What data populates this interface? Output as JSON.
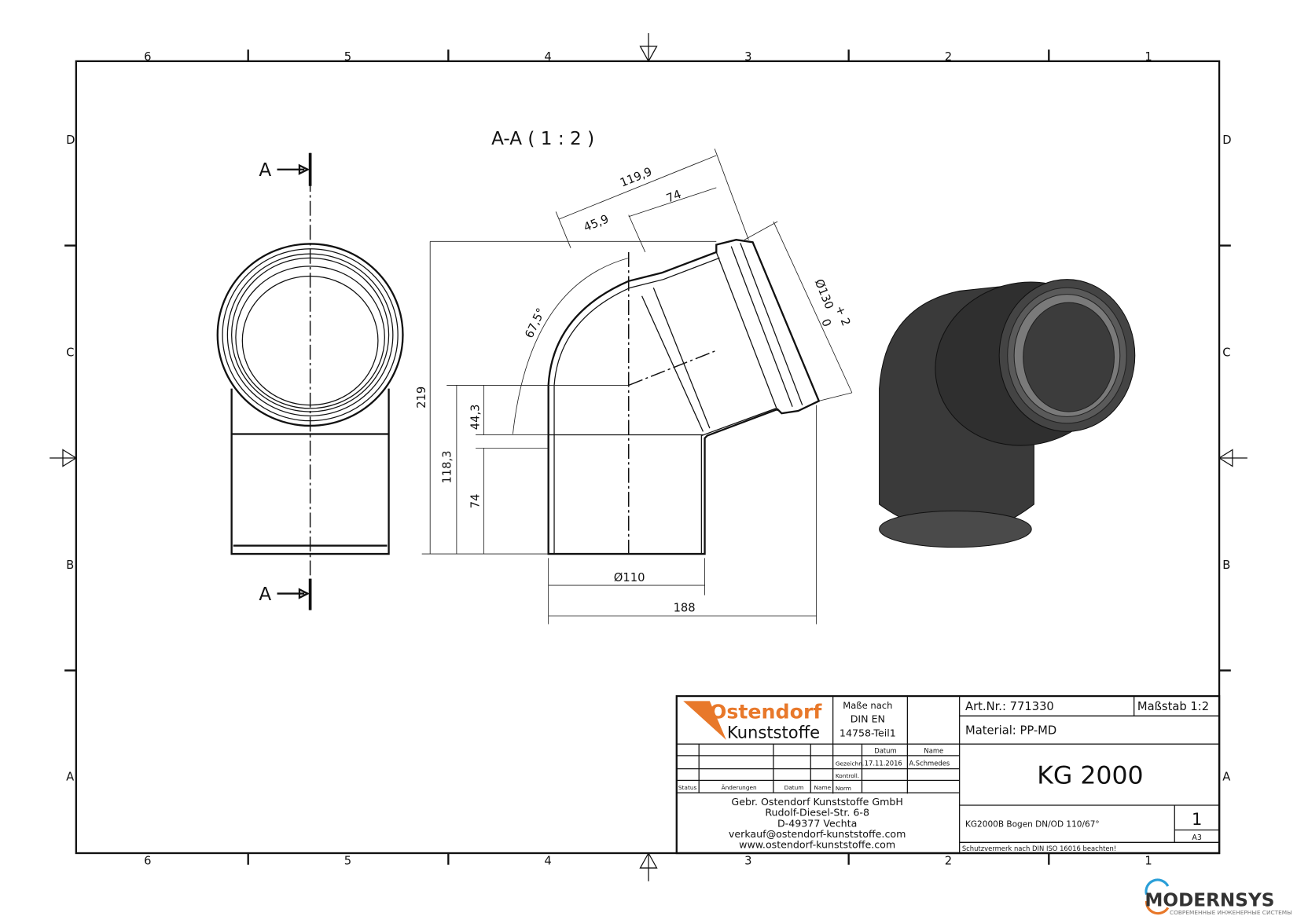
{
  "border": {
    "columns": [
      "6",
      "5",
      "4",
      "3",
      "2",
      "1"
    ],
    "rows": [
      "D",
      "C",
      "B",
      "A"
    ]
  },
  "view": {
    "section_title": "A-A ( 1 : 2 )",
    "section_marker": "A"
  },
  "dimensions": {
    "d_119_9": "119,9",
    "d_74_top": "74",
    "d_45_9": "45,9",
    "angle": "67,5°",
    "dia_130": "Ø130",
    "tol_upper": "+ 2",
    "tol_lower": "0",
    "d_219": "219",
    "d_118_3": "118,3",
    "d_44_3": "44,3",
    "d_74_left": "74",
    "dia_110": "Ø110",
    "d_188": "188"
  },
  "title_block": {
    "logo_top": "Ostendorf",
    "logo_bottom": "Kunststoffe",
    "standard": [
      "Maße nach",
      "DIN EN",
      "14758-Teil1"
    ],
    "datum_header": "Datum",
    "name_header": "Name",
    "gezeichn_label": "Gezeichn.",
    "gezeichn_date": "17.11.2016",
    "gezeichn_name": "A.Schmedes",
    "kontroll_label": "Kontroll.",
    "norm_label": "Norm",
    "status_label": "Status",
    "aenderungen_label": "Änderungen",
    "rev_datum_label": "Datum",
    "rev_name_label": "Name",
    "company": [
      "Gebr. Ostendorf Kunststoffe GmbH",
      "Rudolf-Diesel-Str. 6-8",
      "D-49377 Vechta",
      "verkauf@ostendorf-kunststoffe.com",
      "www.ostendorf-kunststoffe.com"
    ],
    "art_nr": "Art.Nr.: 771330",
    "scale": "Maßstab 1:2",
    "material": "Material: PP-MD",
    "product": "KG 2000",
    "description": "KG2000B Bogen DN/OD 110/67°",
    "sheet": "1",
    "format": "A3",
    "protection_note": "Schutzvermerk nach DIN ISO 16016 beachten!"
  },
  "watermark": {
    "brand": "MODERNSYS",
    "tagline": "СОВРЕМЕННЫЕ ИНЖЕНЕРНЫЕ СИСТЕМЫ"
  },
  "colors": {
    "logo_orange": "#e8782a",
    "render_dark": "#3a3a3a"
  }
}
